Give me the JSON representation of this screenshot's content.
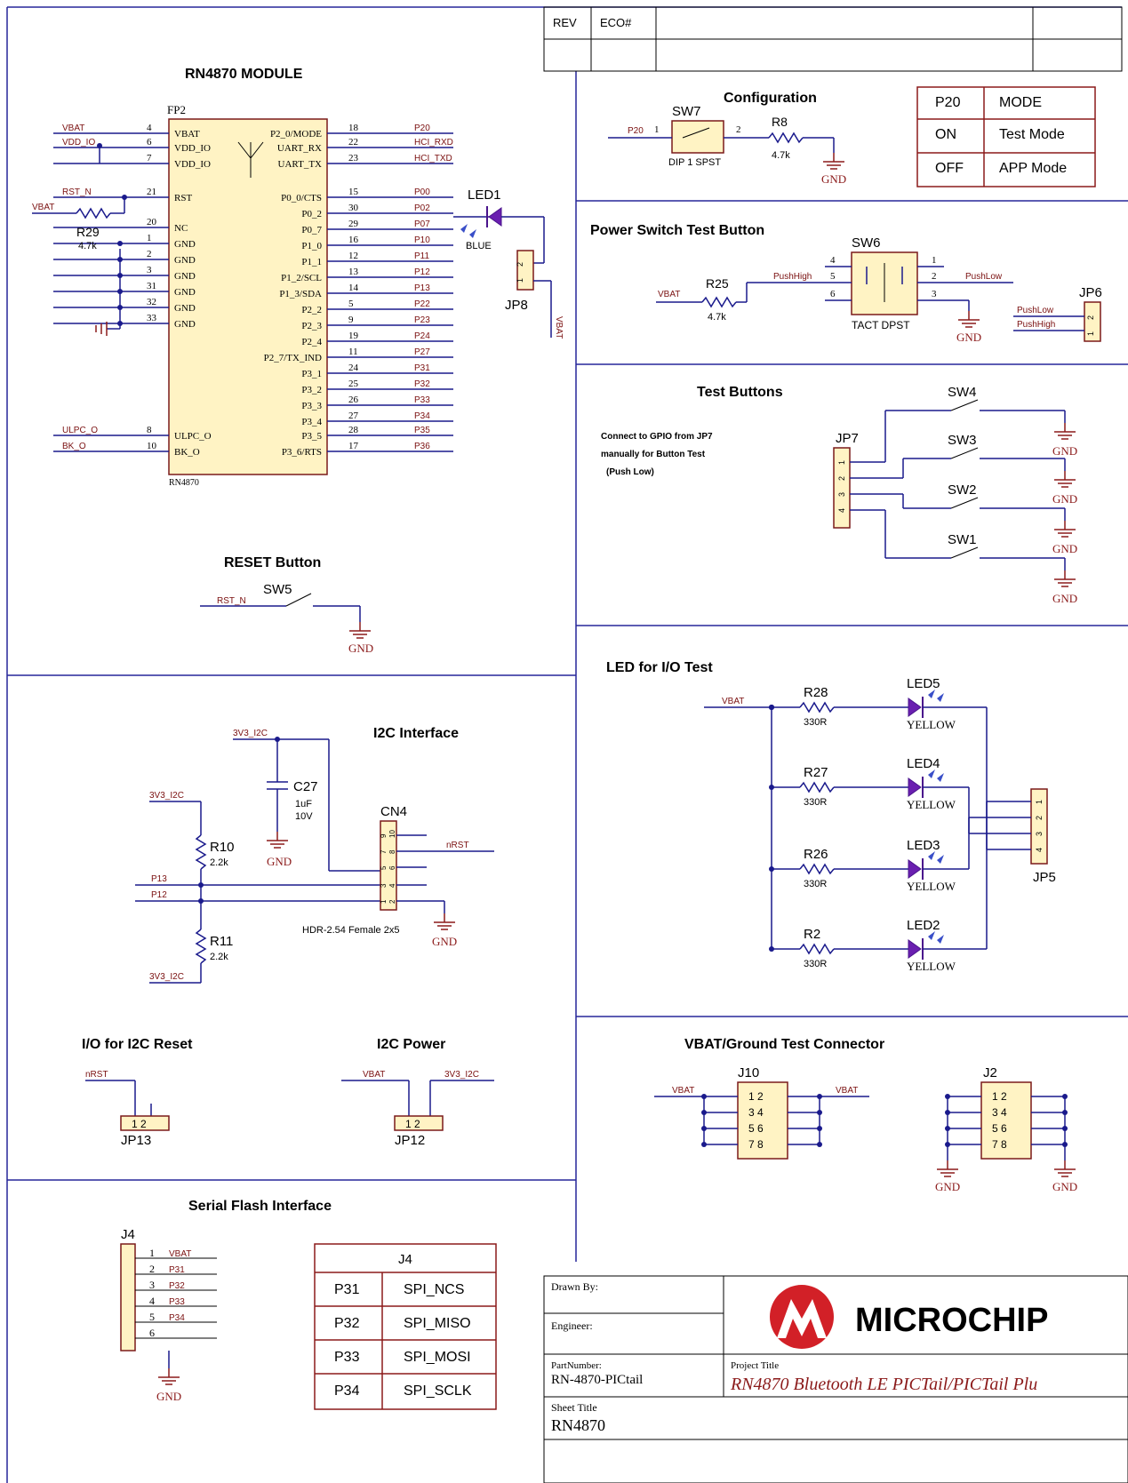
{
  "revision_table": {
    "rev": "REV",
    "eco": "ECO#"
  },
  "module": {
    "title": "RN4870 MODULE",
    "designator": "FP2",
    "part": "RN4870",
    "left_pins": [
      {
        "num": "4",
        "name": "VBAT",
        "net": "VBAT"
      },
      {
        "num": "6",
        "name": "VDD_IO",
        "net": "VDD_IO"
      },
      {
        "num": "7",
        "name": "VDD_IO",
        "net": ""
      },
      {
        "num": "21",
        "name": "RST",
        "net": "RST_N"
      },
      {
        "num": "20",
        "name": "NC",
        "net": ""
      },
      {
        "num": "1",
        "name": "GND",
        "net": ""
      },
      {
        "num": "2",
        "name": "GND",
        "net": ""
      },
      {
        "num": "3",
        "name": "GND",
        "net": ""
      },
      {
        "num": "31",
        "name": "GND",
        "net": ""
      },
      {
        "num": "32",
        "name": "GND",
        "net": ""
      },
      {
        "num": "33",
        "name": "GND",
        "net": ""
      },
      {
        "num": "8",
        "name": "ULPC_O",
        "net": "ULPC_O"
      },
      {
        "num": "10",
        "name": "BK_O",
        "net": "BK_O"
      }
    ],
    "right_pins": [
      {
        "num": "18",
        "name": "P2_0/MODE",
        "net": "P20"
      },
      {
        "num": "22",
        "name": "UART_RX",
        "net": "HCI_RXD"
      },
      {
        "num": "23",
        "name": "UART_TX",
        "net": "HCI_TXD"
      },
      {
        "num": "15",
        "name": "P0_0/CTS",
        "net": "P00"
      },
      {
        "num": "30",
        "name": "P0_2",
        "net": "P02"
      },
      {
        "num": "29",
        "name": "P0_7",
        "net": "P07"
      },
      {
        "num": "16",
        "name": "P1_0",
        "net": "P10"
      },
      {
        "num": "12",
        "name": "P1_1",
        "net": "P11"
      },
      {
        "num": "13",
        "name": "P1_2/SCL",
        "net": "P12"
      },
      {
        "num": "14",
        "name": "P1_3/SDA",
        "net": "P13"
      },
      {
        "num": "5",
        "name": "P2_2",
        "net": "P22"
      },
      {
        "num": "9",
        "name": "P2_3",
        "net": "P23"
      },
      {
        "num": "19",
        "name": "P2_4",
        "net": "P24"
      },
      {
        "num": "11",
        "name": "P2_7/TX_IND",
        "net": "P27"
      },
      {
        "num": "24",
        "name": "P3_1",
        "net": "P31"
      },
      {
        "num": "25",
        "name": "P3_2",
        "net": "P32"
      },
      {
        "num": "26",
        "name": "P3_3",
        "net": "P33"
      },
      {
        "num": "27",
        "name": "P3_4",
        "net": "P34"
      },
      {
        "num": "28",
        "name": "P3_5",
        "net": "P35"
      },
      {
        "num": "17",
        "name": "P3_6/RTS",
        "net": "P36"
      }
    ],
    "r29": {
      "ref": "R29",
      "value": "4.7k",
      "net": "VBAT"
    },
    "led1": {
      "ref": "LED1",
      "color": "BLUE"
    },
    "jp8": {
      "ref": "JP8",
      "p1": "1",
      "p2": "2",
      "net": "VBAT"
    }
  },
  "reset": {
    "title": "RESET Button",
    "sw": "SW5",
    "net": "RST_N",
    "gnd": "GND"
  },
  "config": {
    "title": "Configuration",
    "sw": "SW7",
    "sw_type": "DIP 1 SPST",
    "net": "P20",
    "pin1": "1",
    "pin2": "2",
    "r": "R8",
    "rval": "4.7k",
    "gnd": "GND",
    "table": [
      [
        "P20",
        "MODE"
      ],
      [
        "ON",
        "Test Mode"
      ],
      [
        "OFF",
        "APP Mode"
      ]
    ]
  },
  "power_switch": {
    "title": "Power Switch Test Button",
    "sw": "SW6",
    "sw_type": "TACT DPST",
    "r": "R25",
    "rval": "4.7k",
    "vbat": "VBAT",
    "push_high": "PushHigh",
    "push_low": "PushLow",
    "jp": "JP6",
    "pins": [
      "4",
      "5",
      "6",
      "1",
      "2",
      "3"
    ],
    "gnd": "GND",
    "jp_p1": "1",
    "jp_p2": "2"
  },
  "test_buttons": {
    "title": "Test Buttons",
    "note": [
      "Connect to GPIO from JP7",
      "manually for Button Test",
      "(Push Low)"
    ],
    "jp": "JP7",
    "switches": [
      "SW4",
      "SW3",
      "SW2",
      "SW1"
    ],
    "gnd": "GND",
    "pins": [
      "1",
      "2",
      "3",
      "4"
    ]
  },
  "led_test": {
    "title": "LED for I/O Test",
    "net": "VBAT",
    "jp": "JP5",
    "rows": [
      {
        "r": "R28",
        "rval": "330R",
        "led": "LED5",
        "color": "YELLOW"
      },
      {
        "r": "R27",
        "rval": "330R",
        "led": "LED4",
        "color": "YELLOW"
      },
      {
        "r": "R26",
        "rval": "330R",
        "led": "LED3",
        "color": "YELLOW"
      },
      {
        "r": "R2",
        "rval": "330R",
        "led": "LED2",
        "color": "YELLOW"
      }
    ],
    "jp_pins": [
      "1",
      "2",
      "3",
      "4"
    ]
  },
  "i2c": {
    "title": "I2C Interface",
    "net_3v3": "3V3_I2C",
    "c": "C27",
    "cval": "1uF",
    "cv": "10V",
    "r10": "R10",
    "r10v": "2.2k",
    "r11": "R11",
    "r11v": "2.2k",
    "p13": "P13",
    "p12": "P12",
    "cn": "CN4",
    "cn_type": "HDR-2.54 Female 2x5",
    "nrst": "nRST",
    "gnd": "GND",
    "cn_pins": [
      "1",
      "2",
      "3",
      "4",
      "5",
      "6",
      "7",
      "8",
      "9",
      "10"
    ]
  },
  "io_reset": {
    "title": "I/O for I2C Reset",
    "net": "nRST",
    "jp": "JP13",
    "pins": "1 2"
  },
  "i2c_power": {
    "title": "I2C Power",
    "vbat": "VBAT",
    "v3": "3V3_I2C",
    "jp": "JP12",
    "pins": "1 2"
  },
  "vbat_gnd": {
    "title": "VBAT/Ground Test Connector",
    "j10": "J10",
    "j2": "J2",
    "vbat": "VBAT",
    "gnd": "GND",
    "rows": [
      "1  2",
      "3  4",
      "5  6",
      "7  8"
    ]
  },
  "flash": {
    "title": "Serial Flash Interface",
    "j": "J4",
    "gnd": "GND",
    "pins": [
      {
        "n": "1",
        "net": "VBAT"
      },
      {
        "n": "2",
        "net": "P31"
      },
      {
        "n": "3",
        "net": "P32"
      },
      {
        "n": "4",
        "net": "P33"
      },
      {
        "n": "5",
        "net": "P34"
      },
      {
        "n": "6",
        "net": ""
      }
    ],
    "table_title": "J4",
    "table": [
      [
        "P31",
        "SPI_NCS"
      ],
      [
        "P32",
        "SPI_MISO"
      ],
      [
        "P33",
        "SPI_MOSI"
      ],
      [
        "P34",
        "SPI_SCLK"
      ]
    ]
  },
  "title_block": {
    "drawn_by": "Drawn By:",
    "engineer": "Engineer:",
    "part_label": "PartNumber:",
    "part": "RN-4870-PICtail",
    "project_label": "Project Title",
    "project": "RN4870 Bluetooth LE PICTail/PICTail Plu",
    "sheet_label": "Sheet Title",
    "sheet": "RN4870",
    "logo_text": "MICROCHIP"
  }
}
